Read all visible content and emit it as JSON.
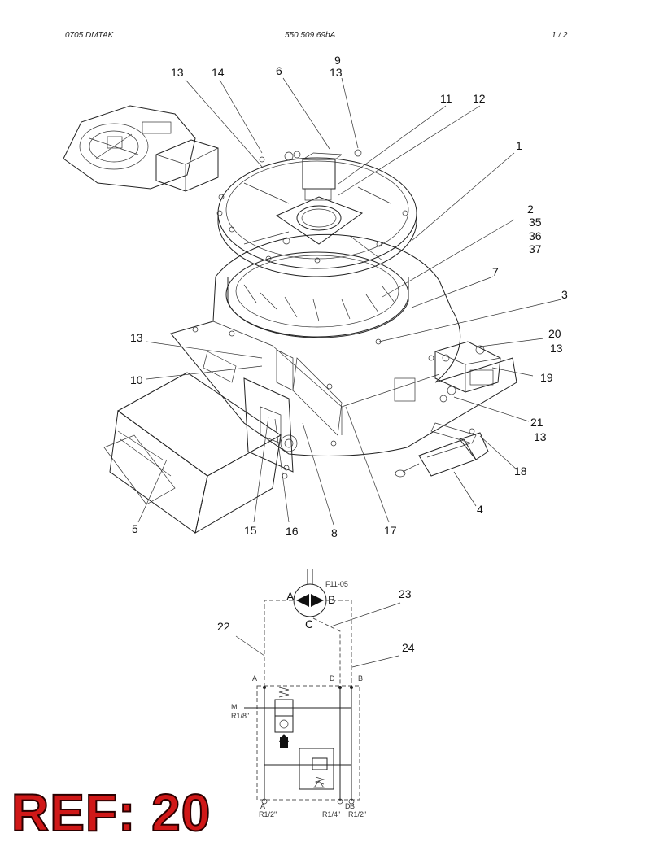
{
  "header": {
    "left": "0705 DMTAK",
    "center": "550 509 69bA",
    "right": "1 /  2"
  },
  "callouts": {
    "c13a": "13",
    "c14": "14",
    "c6": "6",
    "c9": "9",
    "c13b": "13",
    "c11": "11",
    "c12": "12",
    "c1": "1",
    "c2": "2",
    "c35": "35",
    "c36": "36",
    "c37": "37",
    "c7": "7",
    "c3": "3",
    "c13c": "13",
    "c20": "20",
    "c13d": "13",
    "c19": "19",
    "c10": "10",
    "c21": "21",
    "c13e": "13",
    "c18": "18",
    "c4": "4",
    "c5": "5",
    "c15": "15",
    "c16": "16",
    "c8": "8",
    "c17": "17",
    "c22": "22",
    "c23": "23",
    "c24": "24"
  },
  "schematic": {
    "f11": "F11-05",
    "pA": "A",
    "pB": "B",
    "pC": "C",
    "lA": "A",
    "lD": "D",
    "lB": "B",
    "m": "M",
    "m_size": "R1/8\"",
    "bA": "A",
    "bD": "D",
    "bB": "B",
    "sA": "R1/2\"",
    "sD": "R1/4\"",
    "sB": "R1/2\""
  },
  "ref_label": "REF: 20",
  "colors": {
    "ref": "#d01818",
    "line": "#222222",
    "background": "#ffffff"
  }
}
